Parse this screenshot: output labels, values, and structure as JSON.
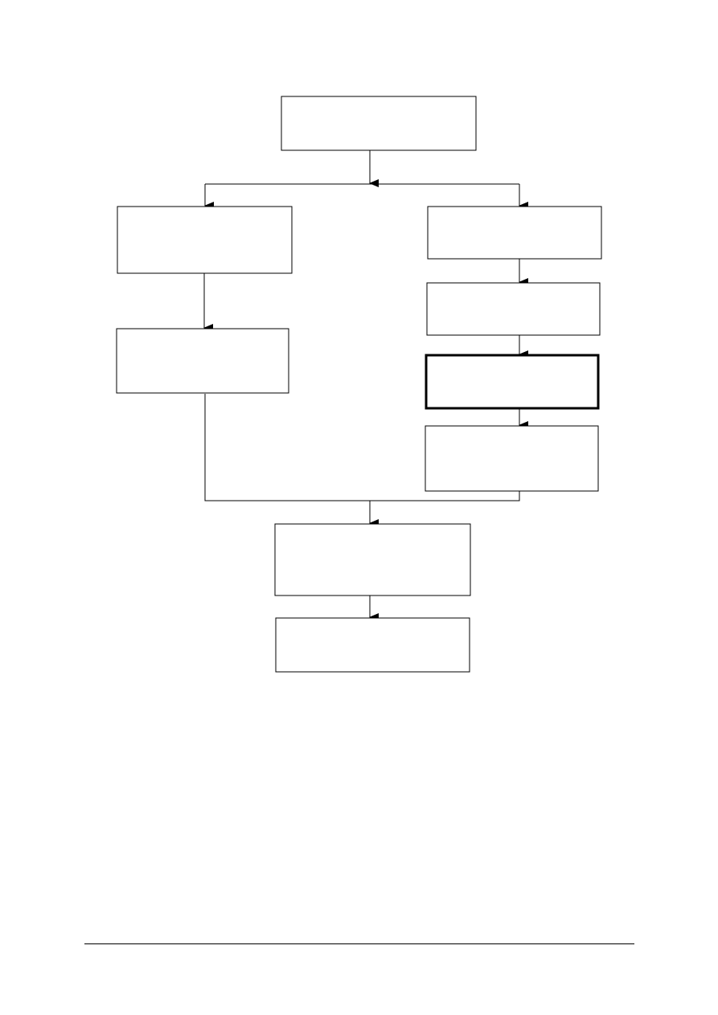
{
  "diagram": {
    "type": "flowchart",
    "colors": {
      "stroke": "#000000",
      "fill": "#ffffff"
    },
    "nodes": [
      {
        "id": "top",
        "label": "",
        "emphasized": false
      },
      {
        "id": "left-1",
        "label": "",
        "emphasized": false
      },
      {
        "id": "left-2",
        "label": "",
        "emphasized": false
      },
      {
        "id": "right-1",
        "label": "",
        "emphasized": false
      },
      {
        "id": "right-2",
        "label": "",
        "emphasized": false
      },
      {
        "id": "right-3",
        "label": "",
        "emphasized": true
      },
      {
        "id": "right-4",
        "label": "",
        "emphasized": false
      },
      {
        "id": "merge",
        "label": "",
        "emphasized": false
      },
      {
        "id": "final",
        "label": "",
        "emphasized": false
      }
    ],
    "edges": [
      {
        "from": "top",
        "to": "left-1"
      },
      {
        "from": "top",
        "to": "right-1"
      },
      {
        "from": "left-1",
        "to": "left-2"
      },
      {
        "from": "right-1",
        "to": "right-2"
      },
      {
        "from": "right-2",
        "to": "right-3"
      },
      {
        "from": "right-3",
        "to": "right-4"
      },
      {
        "from": "left-2",
        "to": "merge"
      },
      {
        "from": "right-4",
        "to": "merge"
      },
      {
        "from": "merge",
        "to": "final"
      }
    ]
  }
}
